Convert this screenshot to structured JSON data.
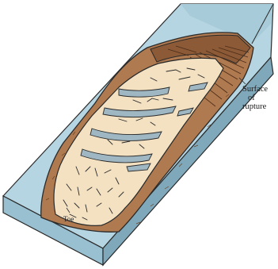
{
  "labels": {
    "surface_line1": "Surface",
    "surface_line2": "of",
    "surface_line3": "rupture",
    "toe": "Toe"
  },
  "colors": {
    "slope_face": "#b5d5e2",
    "slope_side": "#99c0d1",
    "slope_edge": "#7fa9bb",
    "scarp_brown": "#b07a50",
    "scarp_dark": "#8c5a36",
    "slide_mass": "#f3e1c2",
    "outline": "#2a2a2a"
  }
}
